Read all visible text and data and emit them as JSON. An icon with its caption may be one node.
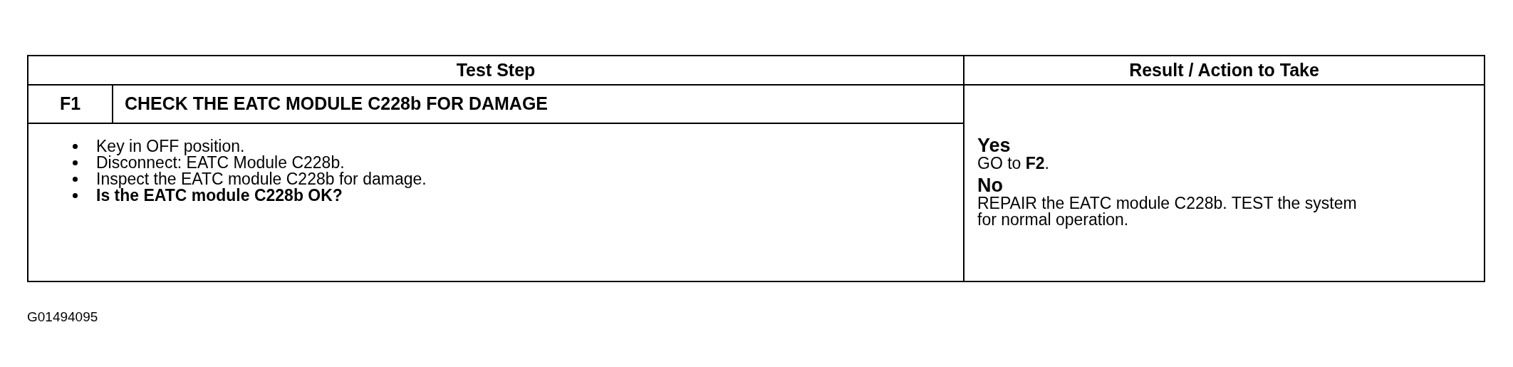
{
  "diagram": {
    "labels": [
      "Test Step",
      "Result / Action to Take",
      "F1",
      "CHECK THE EATC MODULE C228b FOR DAMAGE",
      "Key in OFF position.",
      "Disconnect: EATC Module C228b.",
      "Inspect the EATC module C228b for damage.",
      "Is the EATC module C228b OK?",
      "Yes",
      "GO to **F2**.",
      "No",
      "REPAIR the EATC module C228b. TEST the system for normal operation.",
      "G01494095"
    ]
  }
}
